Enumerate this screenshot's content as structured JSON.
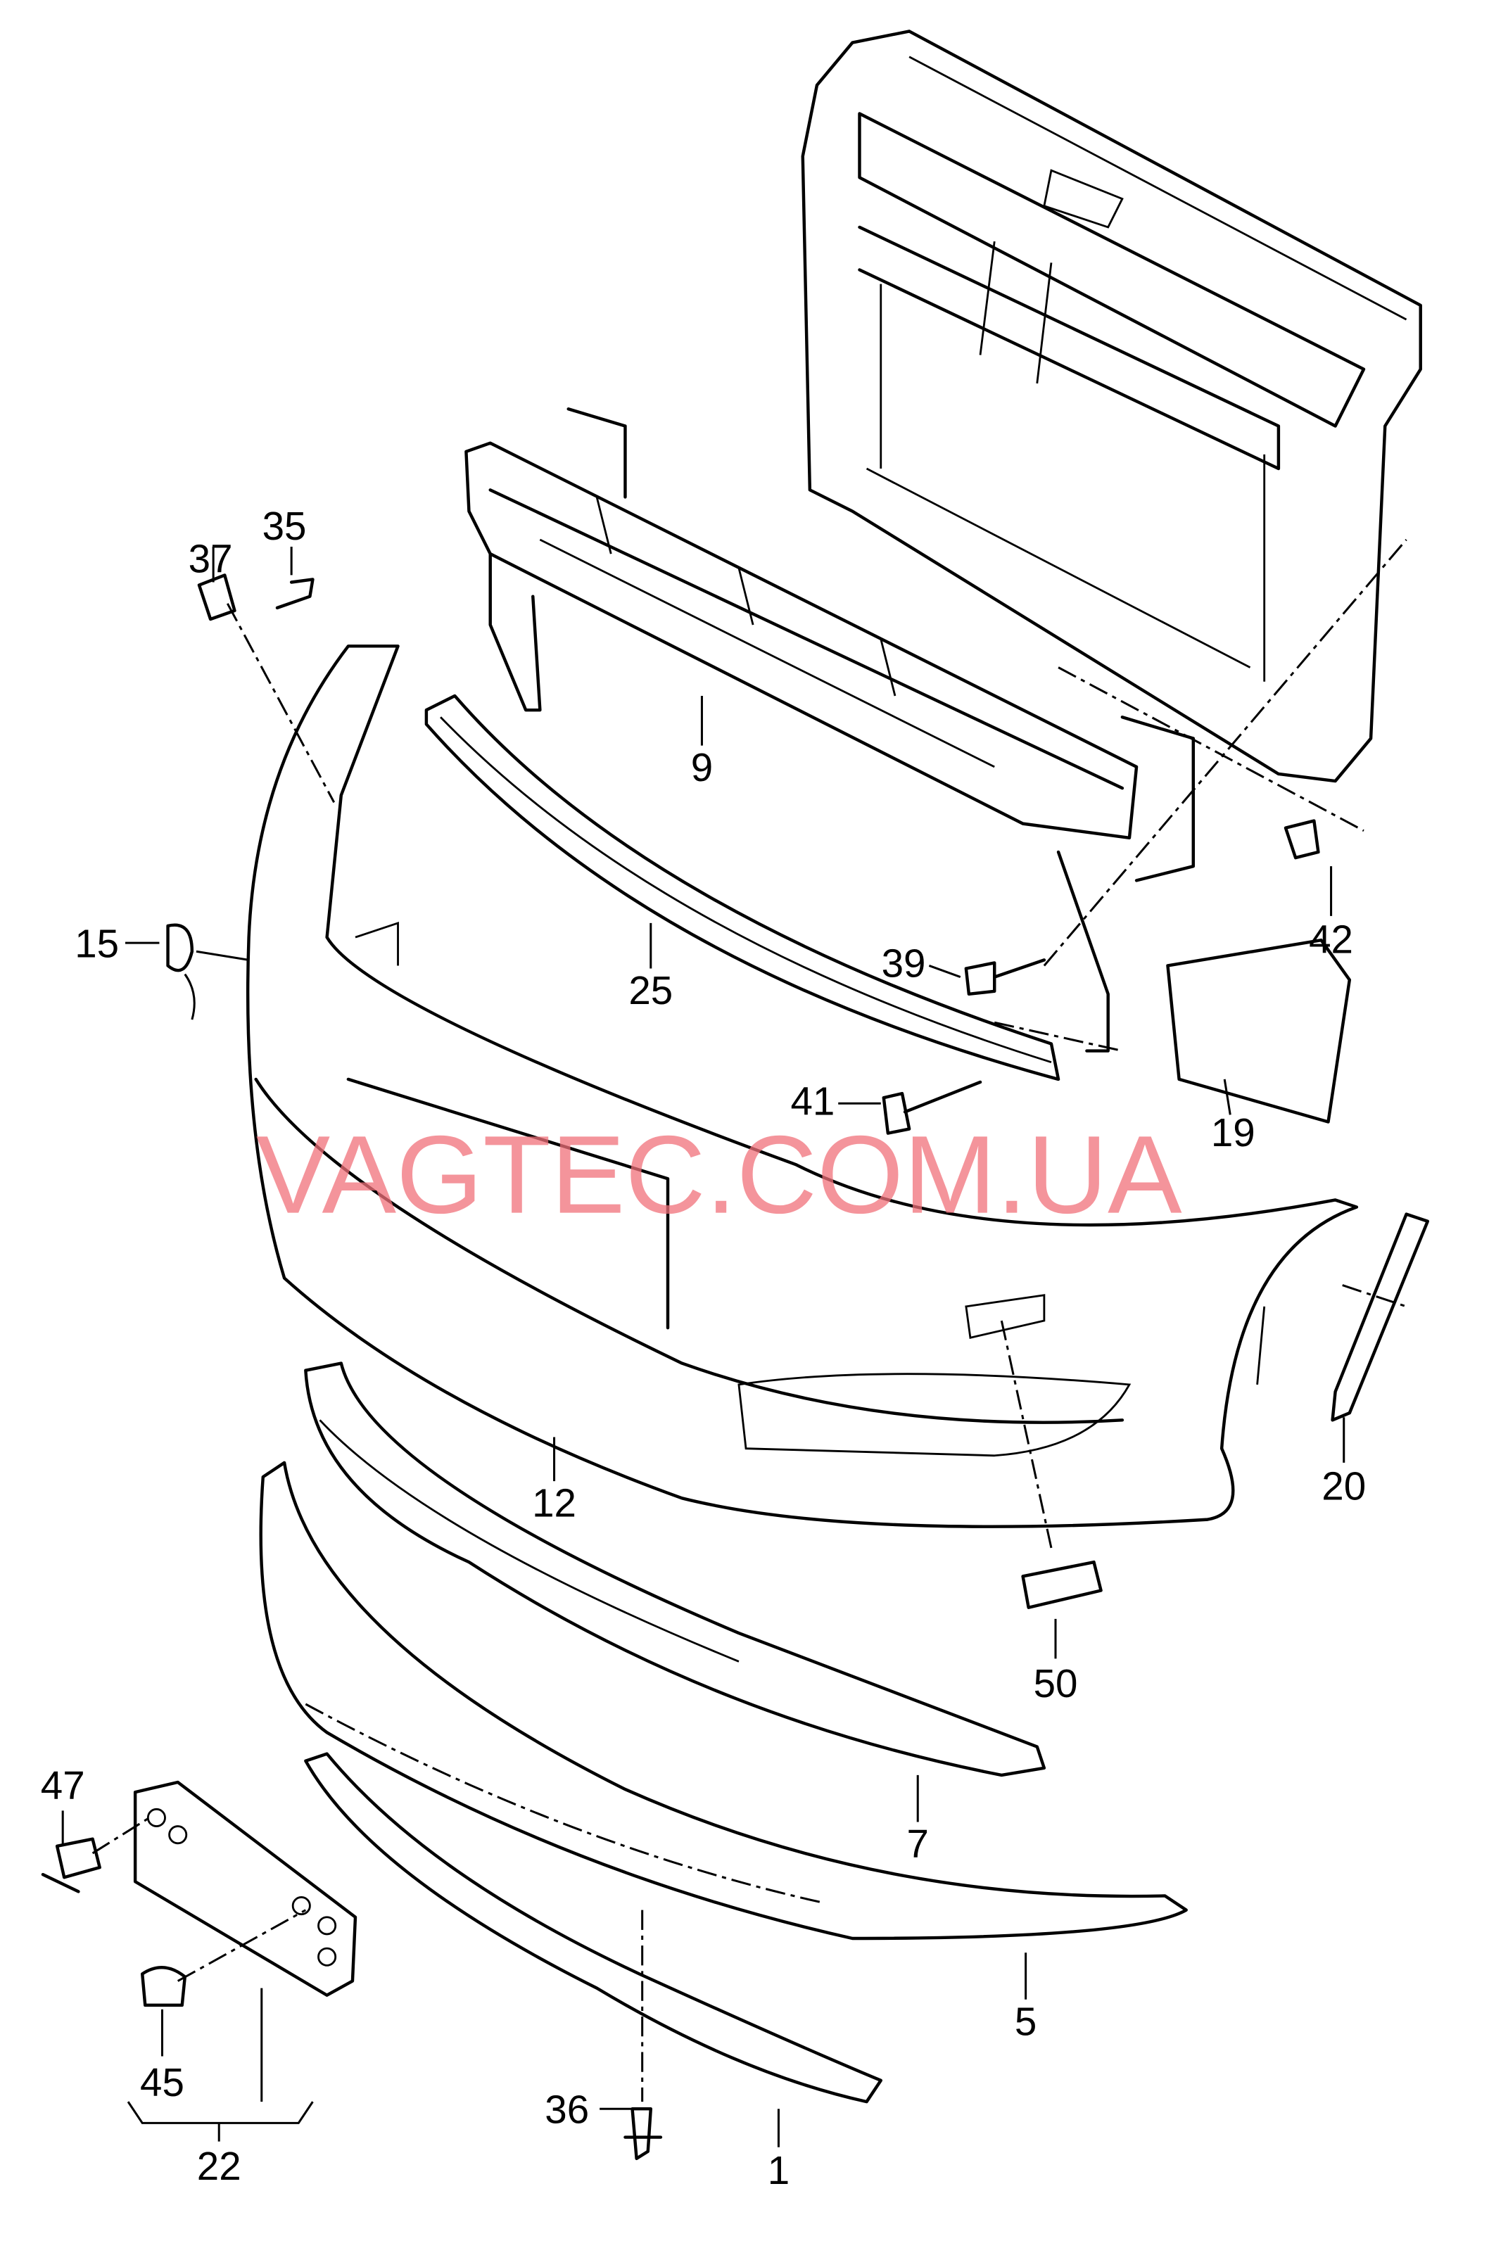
{
  "watermark": "VAGTEC.COM.UA",
  "labels": {
    "p1": "1",
    "p5": "5",
    "p7": "7",
    "p9": "9",
    "p12": "12",
    "p15": "15",
    "p19": "19",
    "p20": "20",
    "p22": "22",
    "p25": "25",
    "p35": "35",
    "p36": "36",
    "p37": "37",
    "p39": "39",
    "p41": "41",
    "p42": "42",
    "p45": "45",
    "p47": "47",
    "p50": "50"
  },
  "colors": {
    "line": "#000000",
    "watermark": "#f0707a",
    "background": "#ffffff"
  }
}
